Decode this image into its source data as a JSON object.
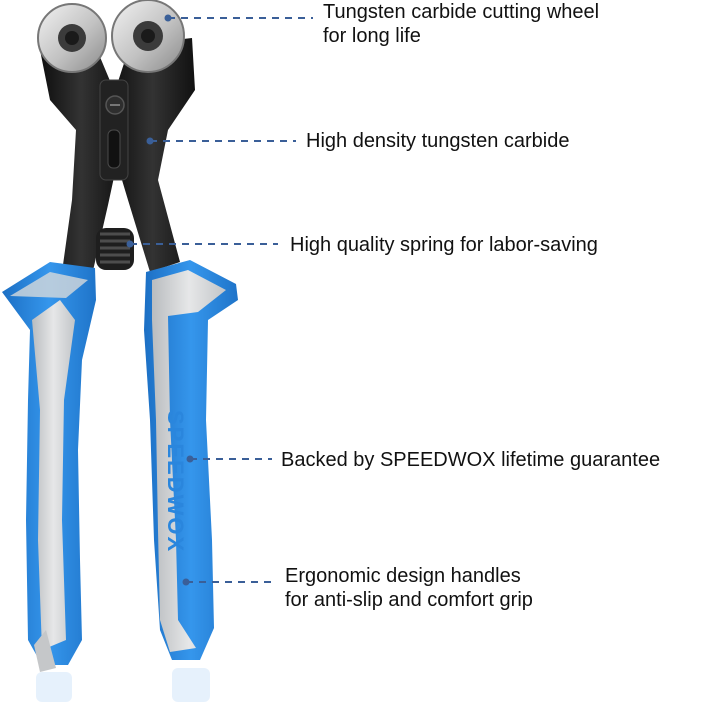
{
  "brand": "SPEEDWOX",
  "callouts": [
    {
      "lines": [
        "Tungsten carbide cutting wheel",
        "for long life"
      ]
    },
    {
      "lines": [
        "High density tungsten carbide"
      ]
    },
    {
      "lines": [
        "High quality spring for labor-saving"
      ]
    },
    {
      "lines": [
        "Backed by SPEEDWOX lifetime guarantee"
      ]
    },
    {
      "lines": [
        "Ergonomic design handles",
        "for anti-slip and comfort grip"
      ]
    }
  ],
  "colors": {
    "handle_blue": "#2a86dd",
    "handle_grey": "#d4d6d8",
    "metal_black": "#1b1b1b",
    "wheel_silver": "#c9c9c9",
    "leader_line": "#3a5f98"
  },
  "icons": [
    "tile-nipper-tool"
  ]
}
